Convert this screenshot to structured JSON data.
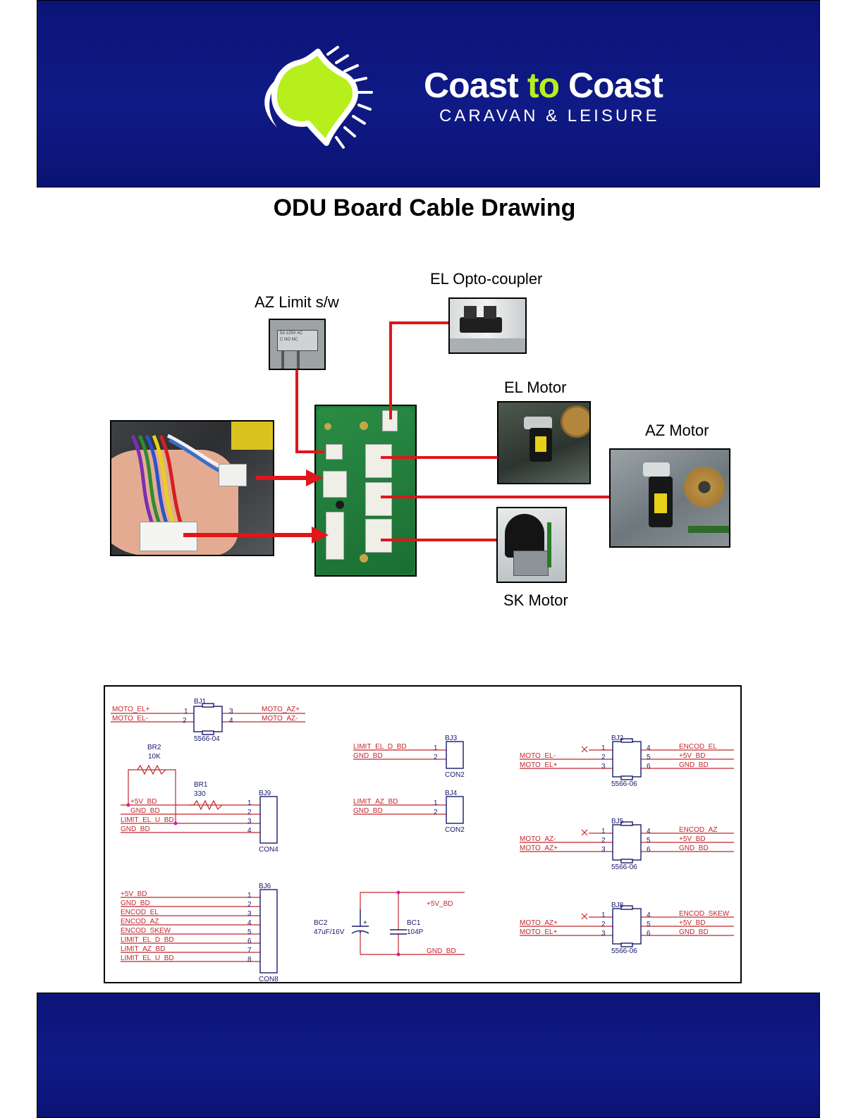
{
  "header": {
    "brand_word1": "Coast",
    "brand_word2": "to",
    "brand_word3": "Coast",
    "tagline": "CARAVAN & LEISURE",
    "colors": {
      "banner": "#0e1780",
      "accent": "#b7ef1d",
      "text": "#ffffff"
    }
  },
  "page": {
    "title": "ODU Board Cable Drawing"
  },
  "wiring": {
    "labels": {
      "az_limit": "AZ Limit s/w",
      "el_opto": "EL Opto-coupler",
      "el_motor": "EL Motor",
      "az_motor": "AZ Motor",
      "sk_motor": "SK Motor"
    },
    "switch_text": {
      "rating": "5A  125V  AC",
      "pins": "C     NO     NC"
    },
    "wire_color": "#e0161a"
  },
  "schematic": {
    "bj1": {
      "ref": "BJ1",
      "part": "5566-04",
      "left": [
        "MOTO_EL+",
        "MOTO_EL-"
      ],
      "right": [
        "MOTO_AZ+",
        "MOTO_AZ-"
      ],
      "pins": [
        "1",
        "2",
        "3",
        "4"
      ]
    },
    "br2": {
      "ref": "BR2",
      "value": "10K"
    },
    "br1": {
      "ref": "BR1",
      "value": "330"
    },
    "bj9": {
      "ref": "BJ9",
      "part": "CON4",
      "nets": [
        "+5V_BD",
        "GND_BD",
        "LIMIT_EL_U_BD",
        "GND_BD"
      ],
      "pins": [
        "1",
        "2",
        "3",
        "4"
      ]
    },
    "bj6": {
      "ref": "BJ6",
      "part": "CON8",
      "nets": [
        "+5V_BD",
        "GND_BD",
        "ENCOD_EL",
        "ENCOD_AZ",
        "ENCOD_SKEW",
        "LIMIT_EL_D_BD",
        "LIMIT_AZ_BD",
        "LIMIT_EL_U_BD"
      ],
      "pins": [
        "1",
        "2",
        "3",
        "4",
        "5",
        "6",
        "7",
        "8"
      ]
    },
    "bj3": {
      "ref": "BJ3",
      "part": "CON2",
      "nets": [
        "LIMIT_EL_D_BD",
        "GND_BD"
      ],
      "pins": [
        "1",
        "2"
      ]
    },
    "bj4": {
      "ref": "BJ4",
      "part": "CON2",
      "nets": [
        "LIMIT_AZ_BD",
        "GND_BD"
      ],
      "pins": [
        "1",
        "2"
      ]
    },
    "caps": {
      "bc2_ref": "BC2",
      "bc2_val": "47uF/16V",
      "bc1_ref": "BC1",
      "bc1_val": "104P",
      "top_net": "+5V_BD",
      "bot_net": "GND_BD",
      "plus": "+"
    },
    "bj2": {
      "ref": "BJ2",
      "part": "5566-06",
      "left": [
        "MOTO_EL-",
        "MOTO_EL+"
      ],
      "right": [
        "ENCOD_EL",
        "+5V_BD",
        "GND_BD"
      ],
      "pins": [
        "1",
        "2",
        "3",
        "4",
        "5",
        "6"
      ]
    },
    "bj5": {
      "ref": "BJ5",
      "part": "5566-06",
      "left": [
        "MOTO_AZ-",
        "MOTO_AZ+"
      ],
      "right": [
        "ENCOD_AZ",
        "+5V_BD",
        "GND_BD"
      ],
      "pins": [
        "1",
        "2",
        "3",
        "4",
        "5",
        "6"
      ]
    },
    "bj8": {
      "ref": "BJ8",
      "part": "5566-06",
      "left": [
        "MOTO_AZ+",
        "MOTO_EL+"
      ],
      "right": [
        "ENCOD_SKEW",
        "+5V_BD",
        "GND_BD"
      ],
      "pins": [
        "1",
        "2",
        "3",
        "4",
        "5",
        "6"
      ]
    },
    "colors": {
      "net": "#c0272d",
      "junction": "#d61aa8",
      "part": "#1a1a6b"
    }
  }
}
